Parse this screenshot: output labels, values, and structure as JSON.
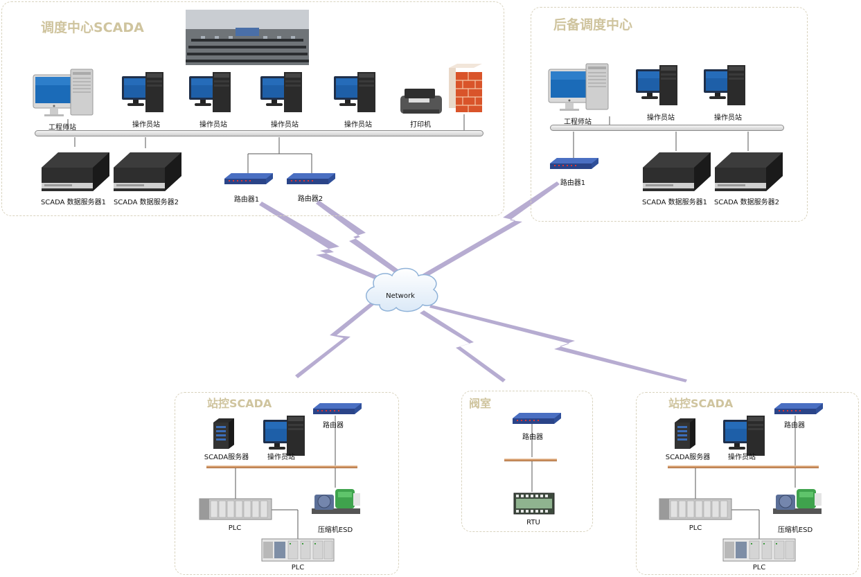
{
  "zones": {
    "dispatch": {
      "title": "调度中心SCADA"
    },
    "backup": {
      "title": "后备调度中心"
    },
    "station1": {
      "title": "站控SCADA"
    },
    "valve": {
      "title": "阀室"
    },
    "station2": {
      "title": "站控SCADA"
    }
  },
  "labels": {
    "engineer_station": "工程师站",
    "operator_station": "操作员站",
    "printer": "打印机",
    "data_server_1": "SCADA 数据服务器1",
    "data_server_2": "SCADA 数据服务器2",
    "router": "路由器",
    "router_1": "路由器1",
    "router_2": "路由器2",
    "network": "Network",
    "scada_server": "SCADA服务器",
    "plc": "PLC",
    "compressor_esd": "压缩机ESD",
    "rtu": "RTU"
  },
  "colors": {
    "zone_border": "#d8d2bd",
    "zone_title": "#cfc49e",
    "wireless_link": "#b3a8cf",
    "field_bus": "#d39a6a"
  },
  "icons": [
    "desktop-computer-icon",
    "workstation-icon",
    "printer-icon",
    "firewall-icon",
    "server-icon",
    "router-icon",
    "cloud-icon",
    "tower-server-icon",
    "plc-icon",
    "compressor-icon",
    "rtu-icon",
    "control-room-photo"
  ]
}
